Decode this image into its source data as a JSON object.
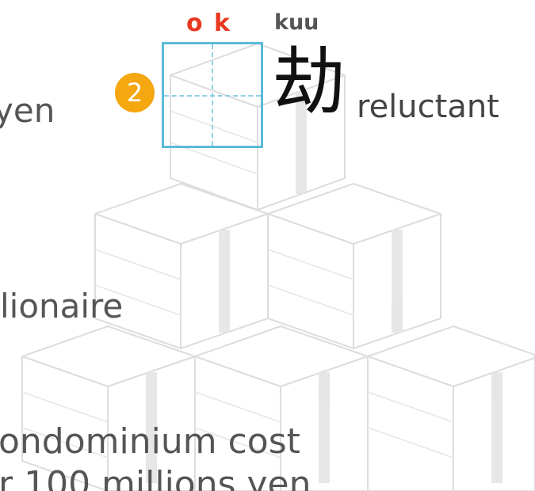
{
  "illustration": {
    "subject": "stacked bundles of banknotes",
    "stroke_color": "#dedede",
    "fill_color": "#ffffff"
  },
  "background_lines": [
    "yen",
    "lionaire",
    "ondominium cost",
    "r 100 millions yen"
  ],
  "card": {
    "romaji": "o k",
    "reading": "kuu",
    "kanji": "劫",
    "meaning": "reluctant",
    "step_number": "2",
    "accent_color": "#e8381f",
    "badge_color": "#f4a70f",
    "grid_color": "#5bbad9"
  }
}
